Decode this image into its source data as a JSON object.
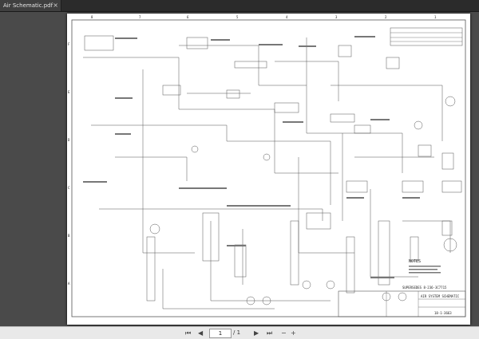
{
  "tab": {
    "title": "Air Schematic.pdf",
    "close": "×"
  },
  "toolbar": {
    "first": "⏮",
    "prev": "◀",
    "page_current": "1",
    "page_total": "/ 1",
    "next": "▶",
    "last": "⏭",
    "zoom_out": "−",
    "zoom_in": "+"
  },
  "schematic": {
    "col_labels": [
      "8",
      "7",
      "6",
      "5",
      "4",
      "3",
      "2",
      "1"
    ],
    "row_labels": [
      "F",
      "E",
      "D",
      "C",
      "B",
      "A"
    ],
    "note_title": "NOTES",
    "supersedes": "SUPERSEDES 8-236-3C7715",
    "title_block": "AIR SYSTEM SCHEMATIC",
    "drawing_no": "18-1-3663"
  },
  "colors": {
    "ink": "#555555",
    "paper": "#ffffff",
    "chrome": "#3c3c3c"
  }
}
